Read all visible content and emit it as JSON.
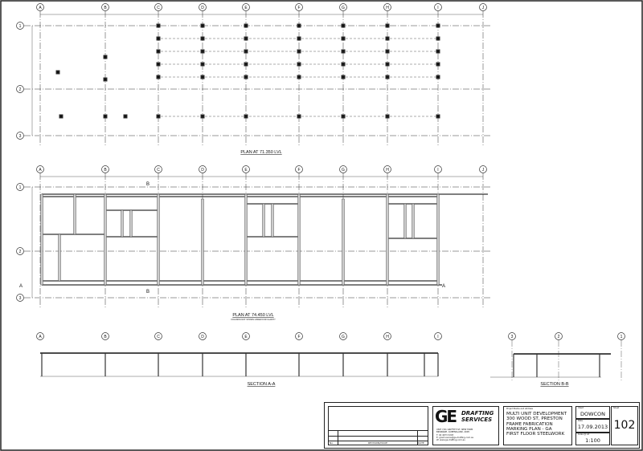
{
  "grid_columns": [
    "A",
    "B",
    "C",
    "D",
    "E",
    "F",
    "G",
    "H",
    "I",
    "J"
  ],
  "grid_rows": [
    "1",
    "2",
    "3"
  ],
  "section_bb_grids": [
    "3",
    "2",
    "1"
  ],
  "views": {
    "plan_upper_title": "PLAN AT 71.350 LVL",
    "plan_lower_title": "PLAN AT 74.450 LVL",
    "plan_lower_note": "COLUMNS NOT SHOWN UNDER FOR CLARITY",
    "section_aa_title": "SECTION A-A",
    "section_bb_title": "SECTION B-B",
    "section_marker_a": "A",
    "section_marker_b": "B"
  },
  "title_block": {
    "revision_header_no": "No.",
    "revision_header_issue": "REVISION/ISSUE",
    "revision_header_date": "DATE",
    "company_logo_letters": "GE",
    "company_name_1": "DRAFTING",
    "company_name_2": "SERVICES",
    "company_address_1": "UNIT 7/41 GRIFFITH ST, NEW FARM",
    "company_address_2": "BRISBANE, QUEENSLAND, 4005",
    "company_phone": "T: 04 4973 3203",
    "company_email": "E: grant.evans@ge-drafting.com.au",
    "company_web": "W: www.ge-drafting.com.au",
    "project_label": "Project Name and Address",
    "project_lines": [
      "MULTI UNIT DEVELOPMENT",
      "300 WOOD ST, PRESTON",
      "FRAME FABRICATION",
      "MARKING PLAN - GA",
      "FIRST FLOOR STEELWORK"
    ],
    "client_label": "Client",
    "client": "DOWCON",
    "date_label": "Date",
    "date": "17.09.2013",
    "scale_label": "Scale @ A3",
    "scale": "1:100",
    "sheet_label": "Sheet",
    "sheet": "102"
  }
}
